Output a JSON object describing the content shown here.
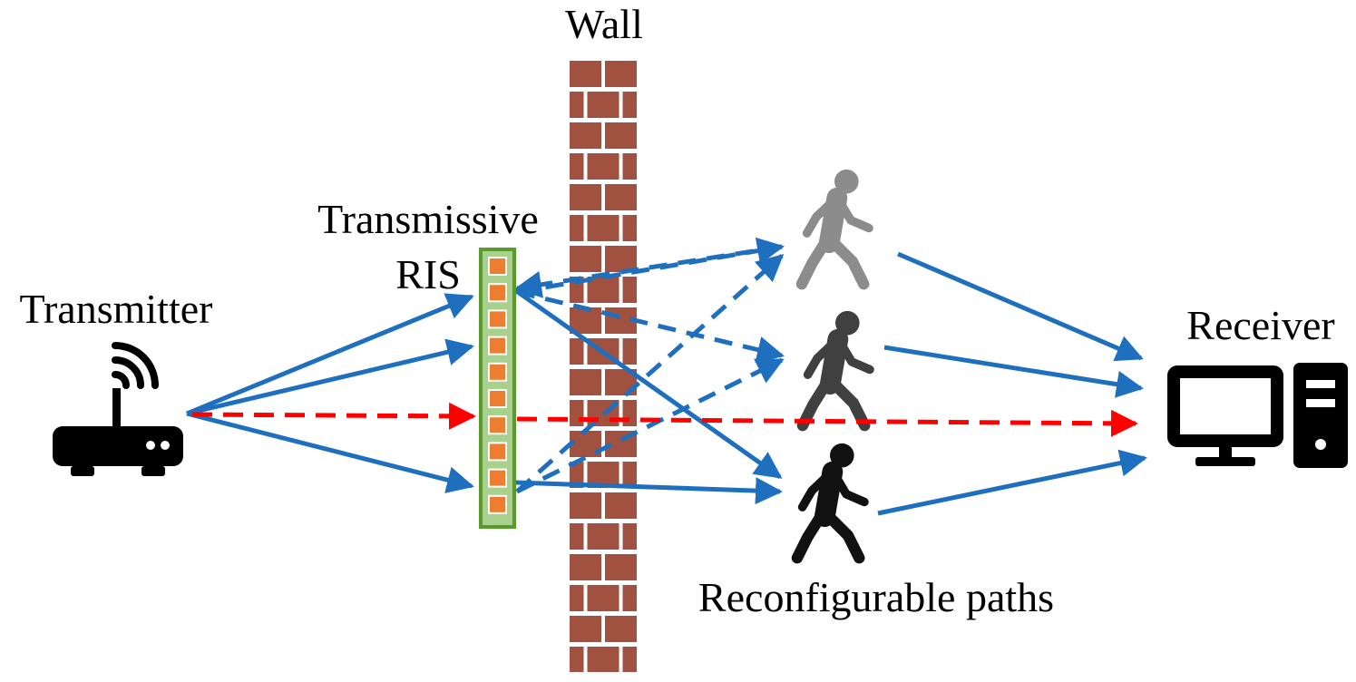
{
  "labels": {
    "wall": "Wall",
    "ris_line1": "Transmissive",
    "ris_line2": "RIS",
    "transmitter": "Transmitter",
    "receiver": "Receiver",
    "paths": "Reconfigurable paths"
  },
  "icons": {
    "transmitter": "wifi-router-icon",
    "receiver": "desktop-computer-icon",
    "people": [
      "walking-person-icon",
      "walking-person-icon",
      "walking-person-icon"
    ]
  },
  "colors": {
    "signal_path": "#1f6fbf",
    "direct_path": "#ff0000",
    "wall_brick": "#a0513f",
    "ris_frame": "#5a9a2a",
    "ris_frame_fill": "#a9d18e",
    "ris_element": "#ed7d31",
    "person_1": "#8c8c8c",
    "person_2": "#404040",
    "person_3": "#111111"
  }
}
